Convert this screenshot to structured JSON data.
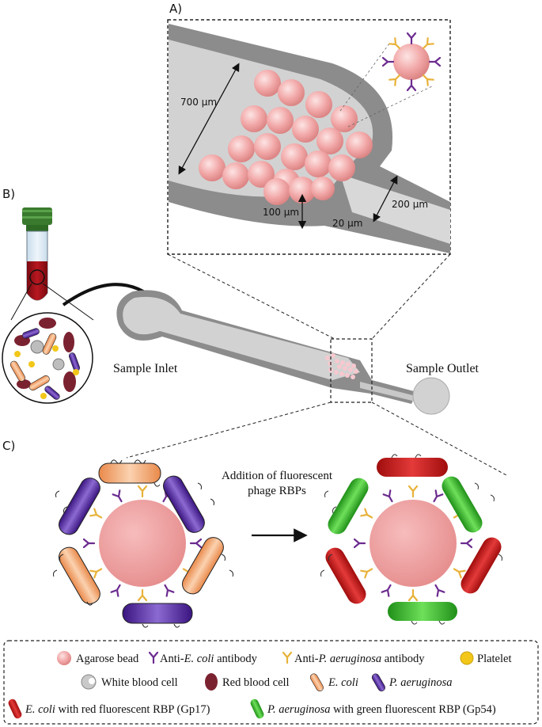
{
  "panel_labels": {
    "a": "A)",
    "b": "B)",
    "c": "C)"
  },
  "panel_a": {
    "dim_chamber_width": "700 µm",
    "dim_wall": "100 µm",
    "dim_gap": "20 µm",
    "dim_channel_width": "200 µm"
  },
  "panel_b": {
    "inlet_label": "Sample Inlet",
    "outlet_label": "Sample Outlet"
  },
  "panel_c": {
    "arrow_label_line1": "Addition of fluorescent",
    "arrow_label_line2": "phage RBPs"
  },
  "legend": {
    "agarose_bead": "Agarose bead",
    "anti_ecoli_prefix": "Anti-",
    "anti_ecoli_species": "E. coli",
    "anti_ecoli_suffix": " antibody",
    "anti_pa_prefix": "Anti-",
    "anti_pa_species": "P. aeruginosa",
    "anti_pa_suffix": " antibody",
    "platelet": "Platelet",
    "white_blood_cell": "White blood cell",
    "red_blood_cell": "Red blood cell",
    "ecoli": "E. coli",
    "p_aeruginosa": "P. aeruginosa",
    "ecoli_red_species": "E. coli",
    "ecoli_red_suffix": " with red fluorescent RBP (Gp17)",
    "pa_green_species": "P. aeruginosa",
    "pa_green_suffix": " with green fluorescent RBP (Gp54)"
  },
  "colors": {
    "bead": "#f2a3a3",
    "anti_ecoli": "#6b2b8f",
    "anti_pa": "#e8b23a",
    "ecoli_orange": "#f0a26a",
    "pa_purple": "#5b2a9e",
    "red_fluor": "#d42020",
    "green_fluor": "#3cbb2a",
    "device_gray": "#cfcfcf",
    "wall_gray": "#8a8a8a"
  }
}
